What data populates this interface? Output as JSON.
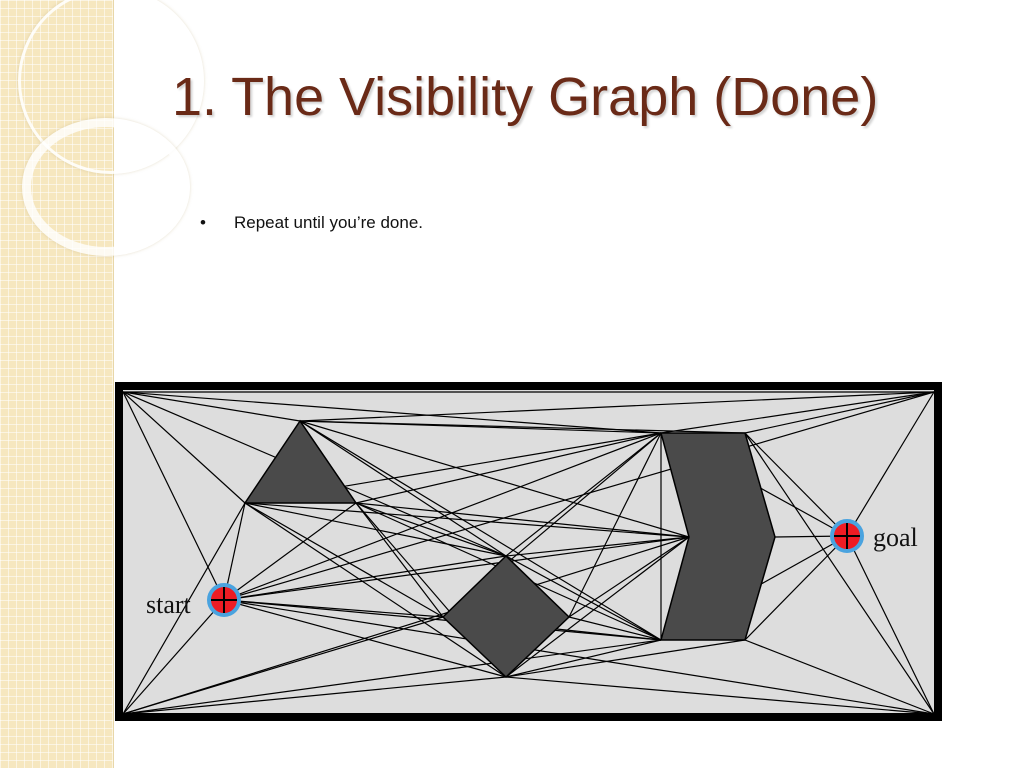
{
  "slide": {
    "title": "1. The Visibility Graph (Done)",
    "bullets": [
      {
        "marker": "•",
        "text": "Repeat until you’re done."
      }
    ]
  },
  "diagram": {
    "start_label": "start",
    "goal_label": "goal",
    "colors": {
      "field": "#dddddd",
      "border": "#000000",
      "obstacle": "#4a4a4a",
      "edge": "#000000",
      "marker_fill": "#ee1c24",
      "marker_ring": "#4aa3df"
    }
  }
}
